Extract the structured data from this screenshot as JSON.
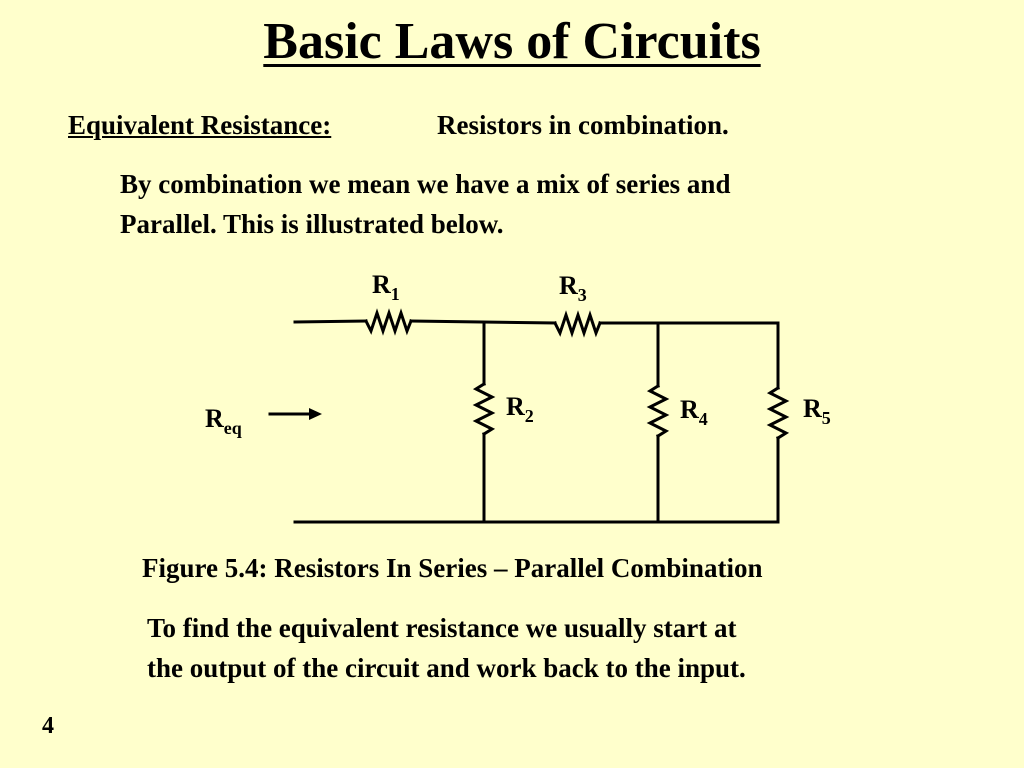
{
  "title": "Basic Laws of Circuits",
  "section": {
    "label": "Equivalent Resistance:",
    "description": "Resistors in combination."
  },
  "intro": {
    "line1": "By combination we mean we have a mix of series and",
    "line2": "Parallel.  This is illustrated below."
  },
  "diagram": {
    "input_label": {
      "main": "R",
      "sub": "eq"
    },
    "resistors": [
      {
        "id": "r1",
        "main": "R",
        "sub": "1",
        "orientation": "horizontal"
      },
      {
        "id": "r2",
        "main": "R",
        "sub": "2",
        "orientation": "vertical"
      },
      {
        "id": "r3",
        "main": "R",
        "sub": "3",
        "orientation": "horizontal"
      },
      {
        "id": "r4",
        "main": "R",
        "sub": "4",
        "orientation": "vertical"
      },
      {
        "id": "r5",
        "main": "R",
        "sub": "5",
        "orientation": "vertical"
      }
    ],
    "line_color": "#000000",
    "background": "#ffffcc"
  },
  "caption": "Figure 5.4:  Resistors In Series – Parallel Combination",
  "outro": {
    "line1": "To find the equivalent resistance we usually start at",
    "line2": "the output of the circuit and work back to the input."
  },
  "page_number": "4"
}
